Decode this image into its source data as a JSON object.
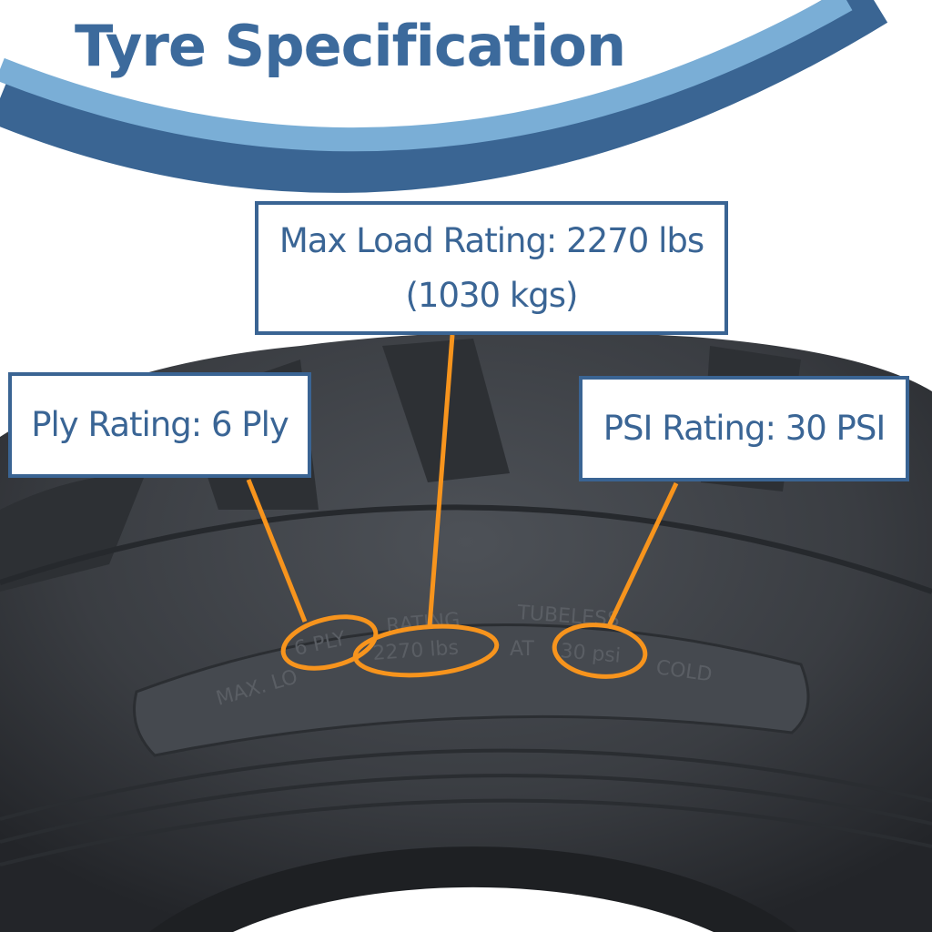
{
  "title": "Tyre Specification",
  "callouts": {
    "max_load": {
      "line1": "Max Load Rating: 2270 lbs",
      "line2": "(1030 kgs)"
    },
    "ply": {
      "label": "Ply Rating: 6 Ply"
    },
    "psi": {
      "label": "PSI Rating: 30 PSI"
    }
  },
  "tyre_markings": {
    "ply": "6 PLY",
    "rating": "RATING",
    "load": "2270 lbs",
    "tubeless": "TUBELESS",
    "at": "AT",
    "psi": "30 psi",
    "cold": "COLD",
    "max_load": "MAX. LO"
  },
  "colors": {
    "brand_blue": "#3a6493",
    "light_blue": "#7aaed6",
    "highlight_orange": "#f7941d",
    "tyre_rubber": "#3a3d42"
  }
}
